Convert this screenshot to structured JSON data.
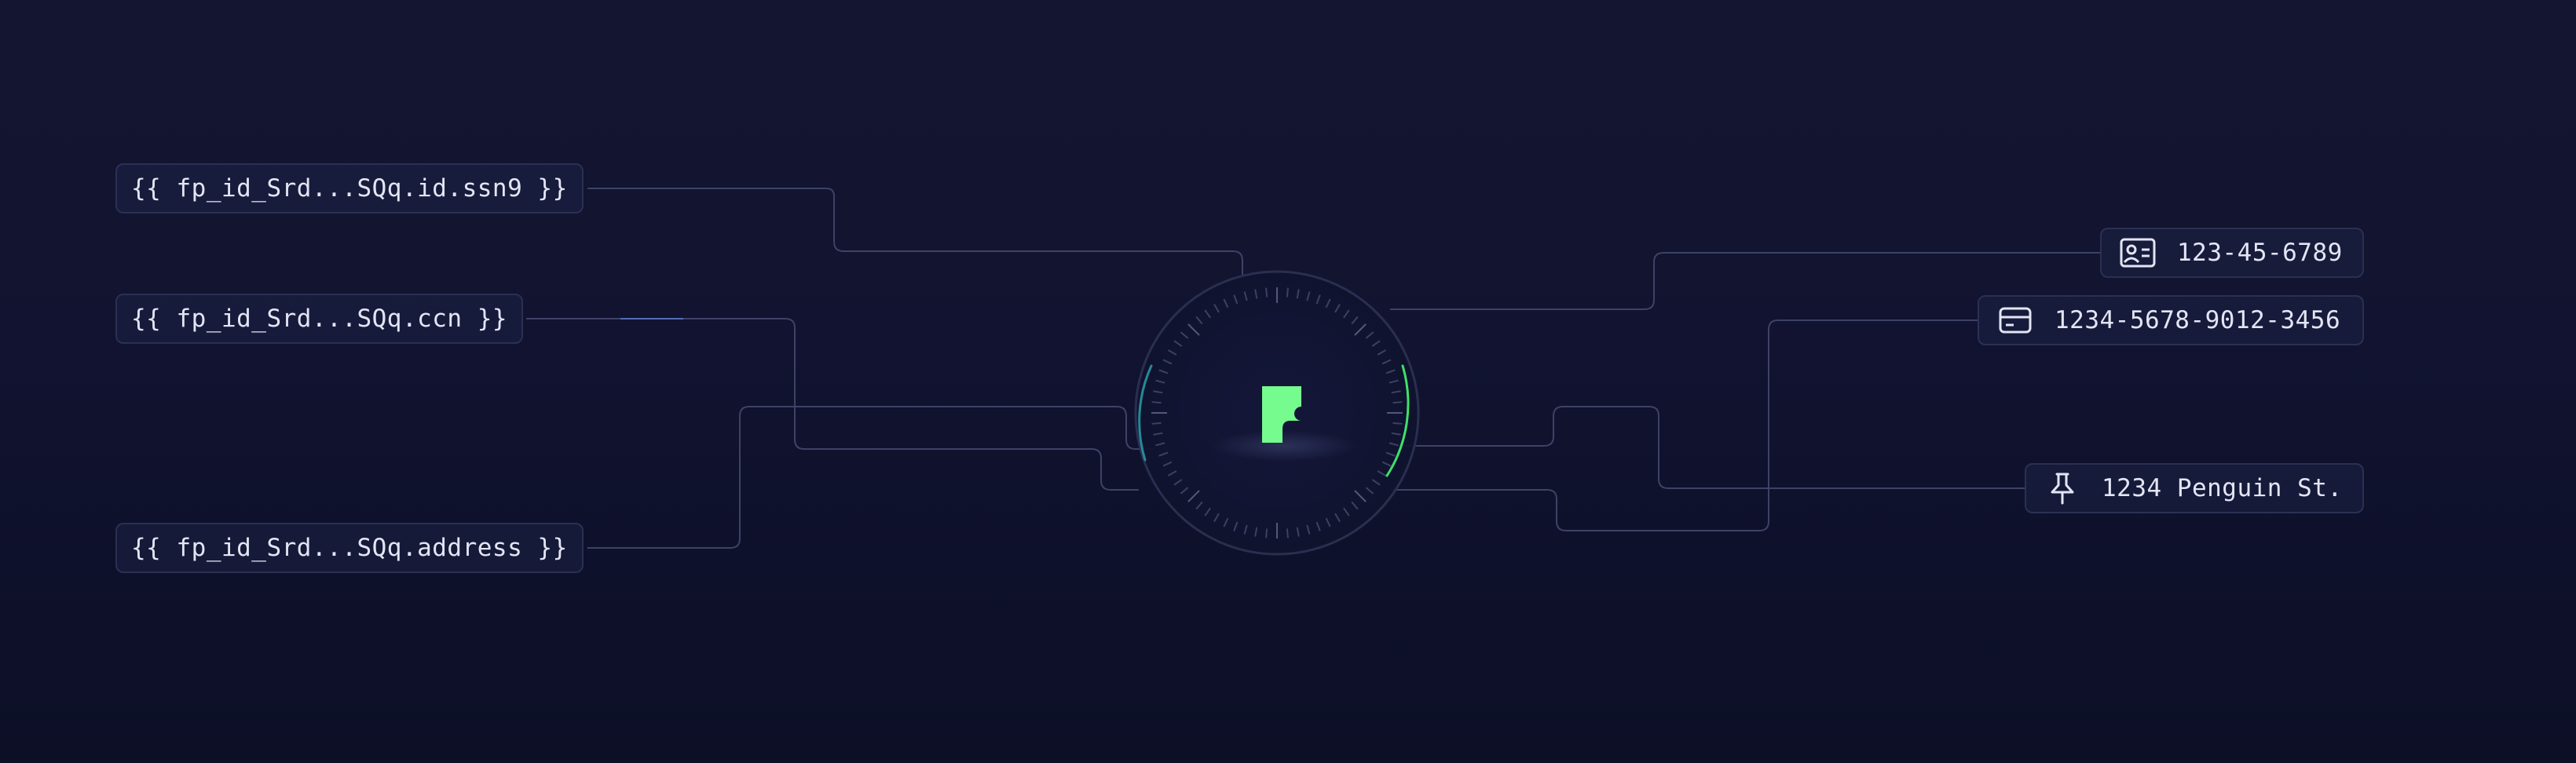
{
  "tokens": {
    "ssn": "{{ fp_id_Srd...SQq.id.ssn9 }}",
    "ccn": "{{ fp_id_Srd...SQq.ccn }}",
    "address": "{{ fp_id_Srd...SQq.address }}"
  },
  "values": {
    "ssn": {
      "text": "123-45-6789",
      "icon": "id-card-icon"
    },
    "card": {
      "text": "1234-5678-9012-3456",
      "icon": "credit-card-icon"
    },
    "address": {
      "text": "1234 Penguin St.",
      "icon": "pin-icon"
    }
  },
  "logo": {
    "icon": "footprint-logo-icon"
  },
  "colors": {
    "background": "#131530",
    "line": "#3d4266",
    "pill_border": "#2b3054",
    "text": "#e3e5f4",
    "accent_green": "#3fe06a",
    "accent_teal": "#2aa7b0",
    "logo": "#76fb8f"
  }
}
